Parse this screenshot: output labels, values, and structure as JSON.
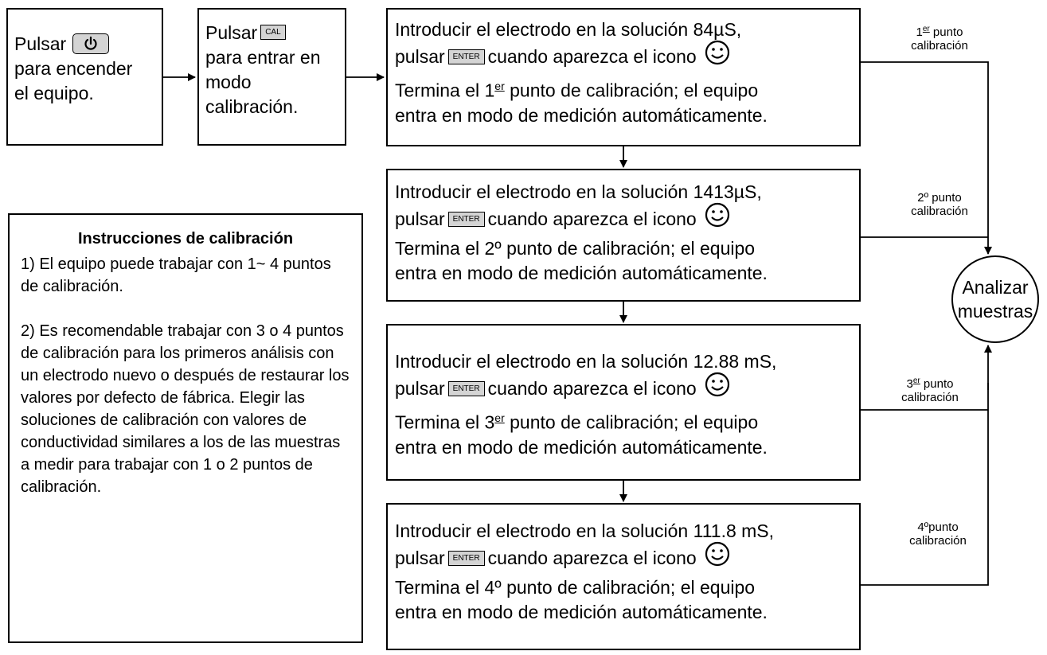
{
  "box1": {
    "line1": "Pulsar",
    "line2": "para encender",
    "line3": "el equipo.",
    "icon": "power-icon"
  },
  "box2": {
    "line1": "Pulsar",
    "key": "CAL",
    "line2": "para entrar en",
    "line3": "modo",
    "line4": "calibración."
  },
  "steps": [
    {
      "l1": "Introducir el electrodo en la solución 84µS,",
      "pre": "pulsar",
      "key": "ENTER",
      "post": "cuando aparezca el icono",
      "l3a": "Termina el 1",
      "l3s": "er",
      "l3b": " punto de calibración; el equipo",
      "l4": "entra en modo de medición automáticamente."
    },
    {
      "l1": "Introducir el electrodo en la solución 1413µS,",
      "pre": "pulsar",
      "key": "ENTER",
      "post": "cuando aparezca el icono",
      "l3a": "Termina el 2º punto de calibración; el equipo",
      "l3s": "",
      "l3b": "",
      "l4": "entra en modo de medición automáticamente."
    },
    {
      "l1": "Introducir el electrodo en la solución 12.88 mS,",
      "pre": "pulsar",
      "key": "ENTER",
      "post": "cuando aparezca el icono",
      "l3a": "Termina el 3",
      "l3s": "er",
      "l3b": " punto de calibración; el equipo",
      "l4": "entra en modo de medición automáticamente."
    },
    {
      "l1": "Introducir el electrodo en la solución 111.8 mS,",
      "pre": "pulsar",
      "key": "ENTER",
      "post": "cuando aparezca el icono",
      "l3a": "Termina el 4º punto de calibración; el equipo",
      "l3s": "",
      "l3b": "",
      "l4": "entra en modo de medición automáticamente."
    }
  ],
  "labels": {
    "l1a": "1",
    "l1s": "er",
    "l1b": " punto",
    "l1c": "calibración",
    "l2a": "2º  punto",
    "l2c": "calibración",
    "l3a": "3",
    "l3s": "er",
    "l3b": " punto",
    "l3c": "calibración",
    "l4a": "4ºpunto",
    "l4c": "calibración"
  },
  "result": {
    "line1": "Analizar",
    "line2": "muestras"
  },
  "instructions": {
    "title": "Instrucciones de calibración",
    "p1": "1) El equipo puede trabajar con 1~ 4 puntos de calibración.",
    "p2": "2) Es recomendable trabajar con 3 o 4 puntos de calibración para los primeros análisis con un electrodo nuevo o después de restaurar los valores por defecto de fábrica. Elegir las soluciones de calibración con valores de conductividad similares a los de las muestras a medir para trabajar con 1 o 2 puntos de calibración."
  }
}
